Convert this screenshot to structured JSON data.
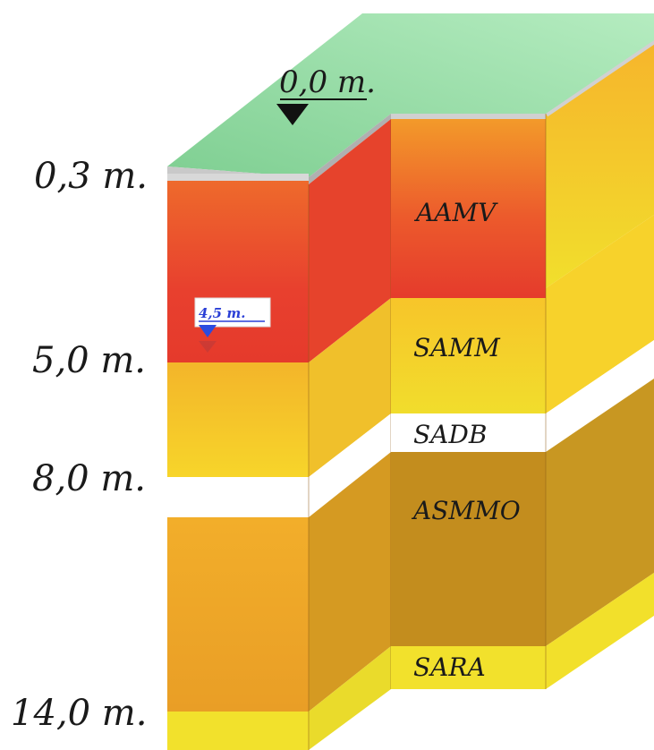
{
  "surface": {
    "label": "0,0 m."
  },
  "groundwater": {
    "label": "4,5 m.",
    "marker_color": "#2a4be0"
  },
  "depths": [
    "0,3 m.",
    "5,0 m.",
    "8,0 m.",
    "14,0 m."
  ],
  "layers": [
    {
      "code": "",
      "color": "#8ed8a0"
    },
    {
      "code": "AAMV",
      "color": "#e8452e"
    },
    {
      "code": "SAMM",
      "color": "#f5c02a"
    },
    {
      "code": "SADB",
      "color": "#ffffff"
    },
    {
      "code": "ASMMO",
      "color": "#c38d1e"
    },
    {
      "code": "SARA",
      "color": "#f2e12c"
    }
  ]
}
